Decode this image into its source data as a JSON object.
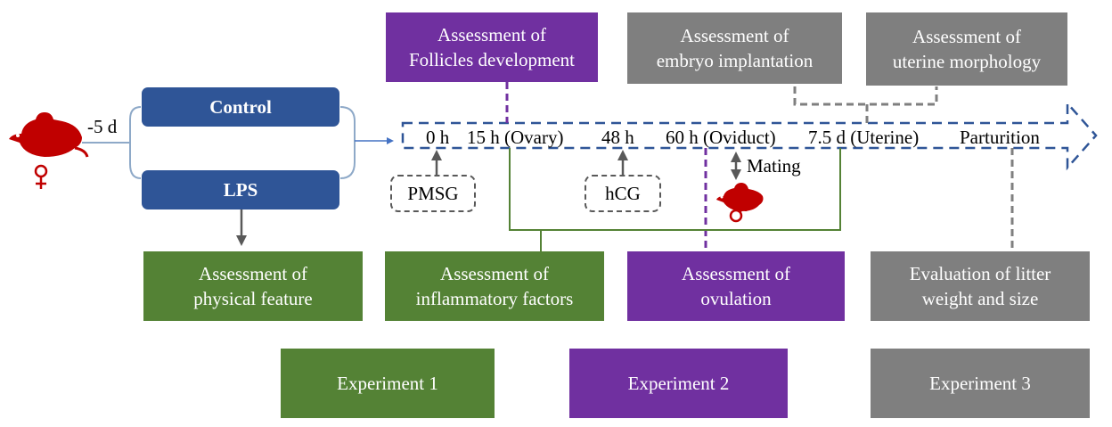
{
  "colors": {
    "green": "#548235",
    "purple": "#7030a0",
    "gray": "#7f7f7f",
    "blue": "#2f5597",
    "rat_red": "#c00000"
  },
  "icons": {
    "female_rat": "rat-icon",
    "female_symbol": "female-symbol-icon",
    "male_rat": "rat-icon",
    "male_symbol": "male-symbol-icon"
  },
  "pretreatment": {
    "days_label": "-5 d",
    "groups": [
      "Control",
      "LPS"
    ]
  },
  "timeline": {
    "points": [
      "0 h",
      "15 h (Ovary)",
      "48 h",
      "60 h (Oviduct)",
      "7.5 d (Uterine)",
      "Parturition"
    ]
  },
  "injections": {
    "pmsg": "PMSG",
    "hcg": "hCG",
    "mating": "Mating"
  },
  "top_assessments": {
    "follicles": "Assessment of\nFollicles development",
    "implantation": "Assessment of\nembryo implantation",
    "uterine": "Assessment of\nuterine morphology"
  },
  "bottom_assessments": {
    "physical": "Assessment of\nphysical feature",
    "inflammatory": "Assessment of\ninflammatory factors",
    "ovulation": "Assessment of\novulation",
    "litter": "Evaluation of litter\nweight and  size"
  },
  "experiments": [
    "Experiment 1",
    "Experiment 2",
    "Experiment 3"
  ]
}
